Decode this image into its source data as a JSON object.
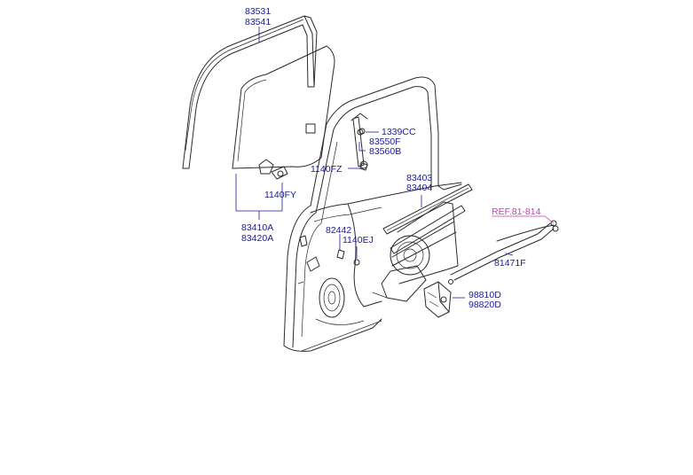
{
  "colors": {
    "label": "#1b1b9a",
    "reference": "#c43fb6",
    "line": "#2a2a2a",
    "background": "#ffffff"
  },
  "labels": {
    "channel_a": "83531",
    "channel_b": "83541",
    "bolt_1339": "1339CC",
    "rail_a": "83550F",
    "rail_b": "83560B",
    "bolt_1140fz": "1140FZ",
    "regulator_a": "83403",
    "regulator_b": "83404",
    "bolt_1140fy": "1140FY",
    "glass_a": "83410A",
    "glass_b": "83420A",
    "grommet": "82442",
    "bolt_1140ej": "1140EJ",
    "reference": "REF.81-814",
    "cable": "81471F",
    "motor_a": "98810D",
    "motor_b": "98820D"
  }
}
